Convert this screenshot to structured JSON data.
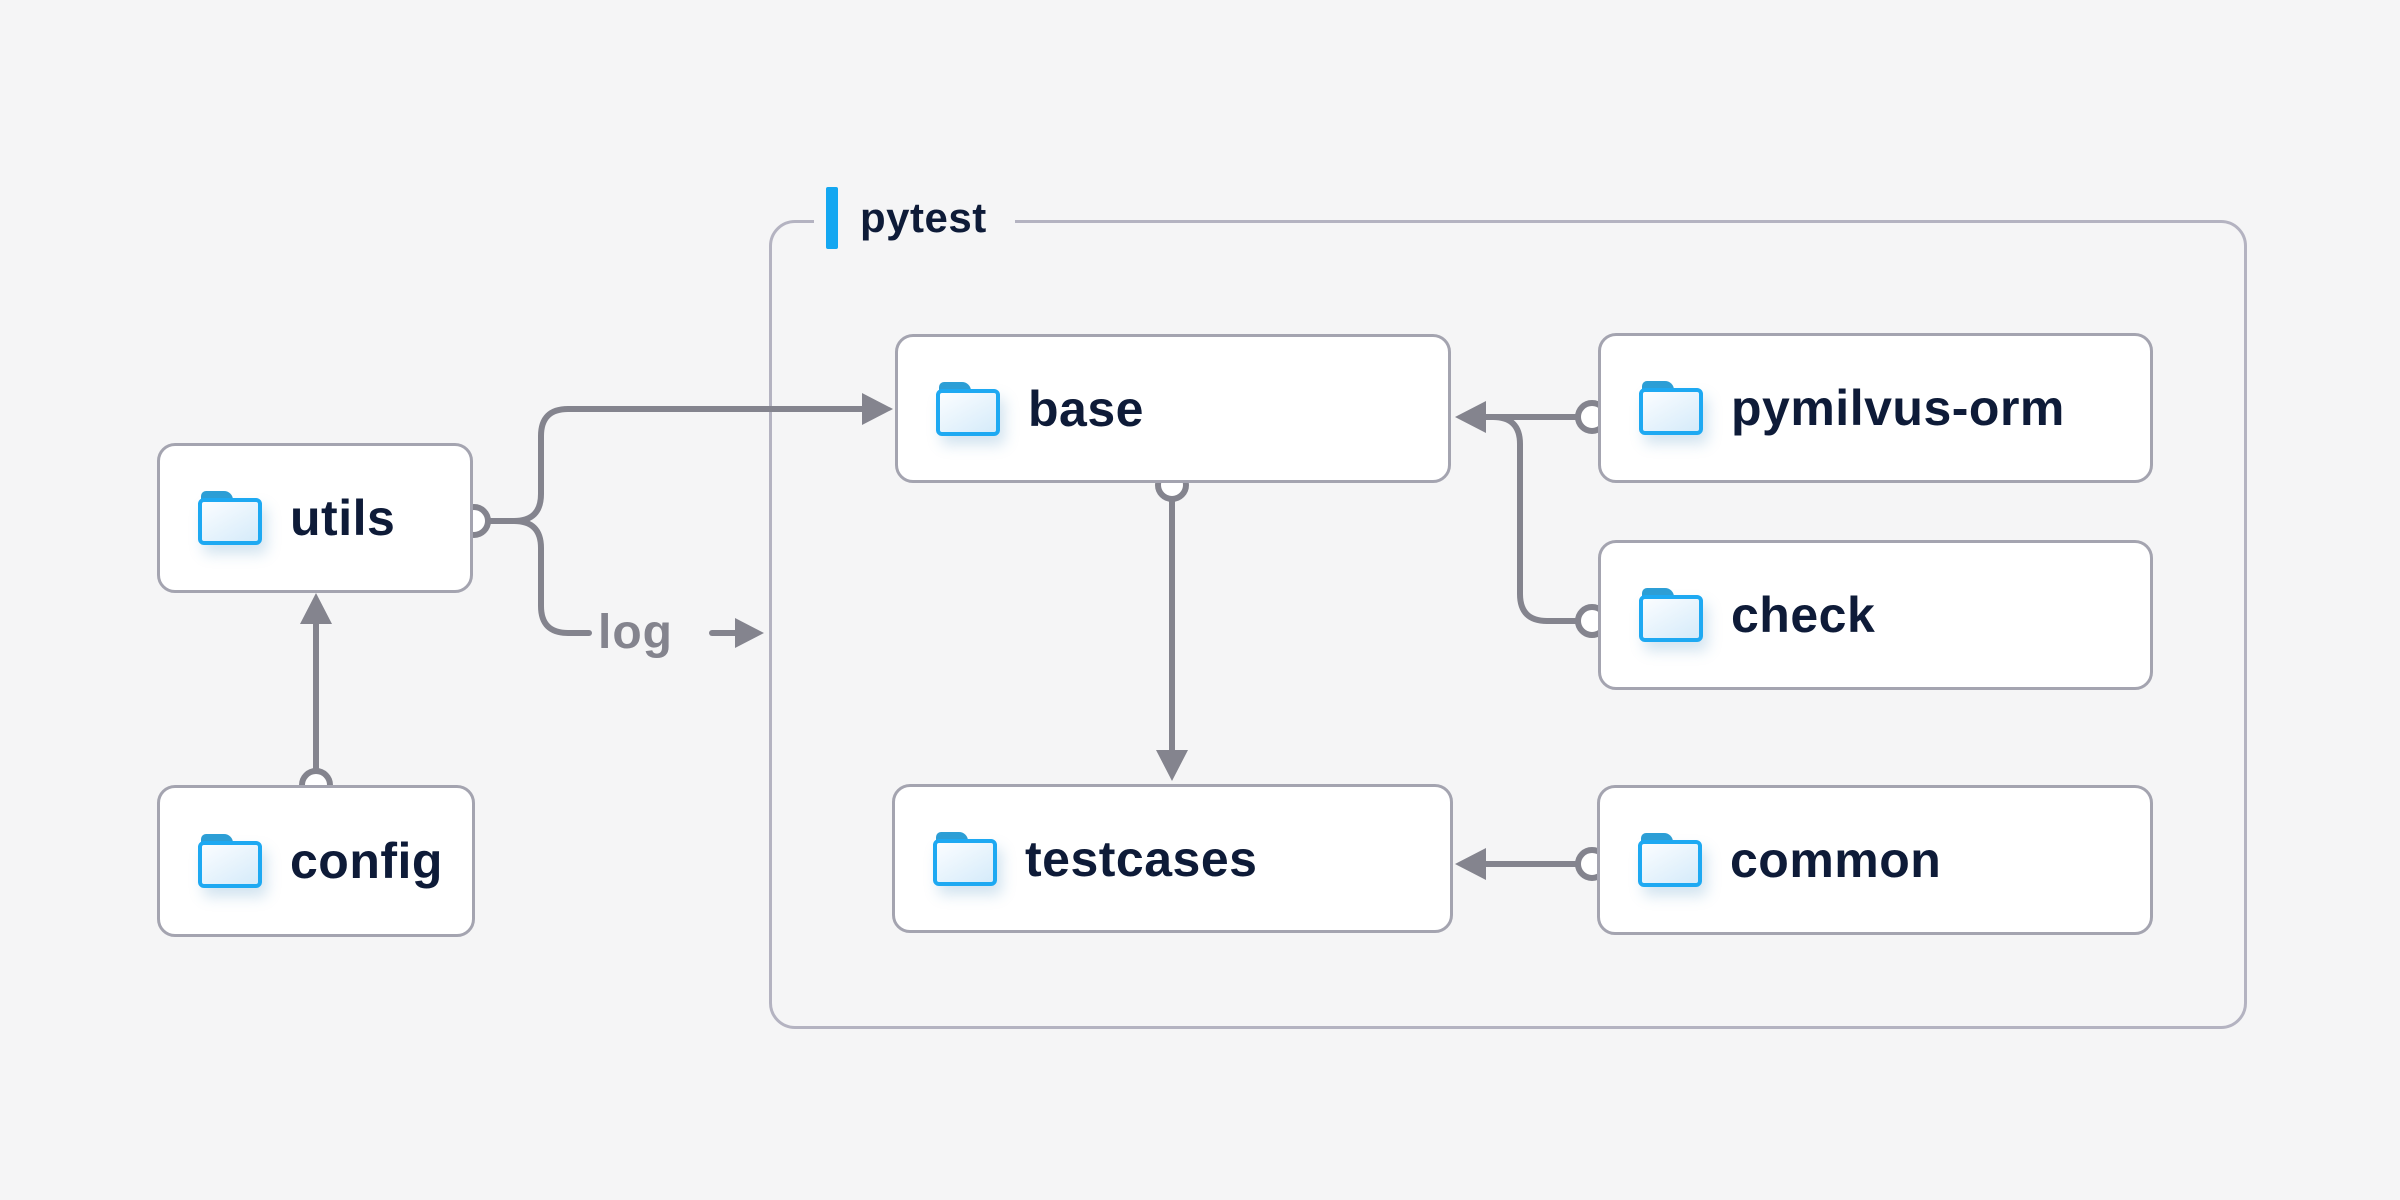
{
  "colors": {
    "bg": "#f5f5f6",
    "line": "#84848e",
    "navy": "#0e1b38",
    "box_border": "#a4a4b0",
    "container_border": "#b4b3c1",
    "blue": "#14a7f1",
    "folder_blue": "#1ea9f2",
    "folder_tab": "#2d9fd6",
    "folder_fill_light": "#fbfdff",
    "folder_fill_dark": "#d5ebfa"
  },
  "diagram": {
    "group": {
      "label": "pytest"
    },
    "edge_label": "log",
    "nodes": {
      "utils": {
        "label": "utils"
      },
      "config": {
        "label": "config"
      },
      "base": {
        "label": "base"
      },
      "testcases": {
        "label": "testcases"
      },
      "pymilvus_orm": {
        "label": "pymilvus-orm"
      },
      "check": {
        "label": "check"
      },
      "common": {
        "label": "common"
      }
    }
  }
}
